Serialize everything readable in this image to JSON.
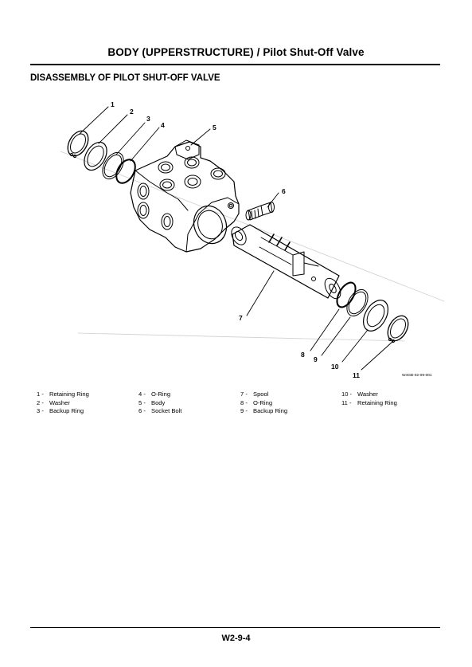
{
  "header": {
    "title": "BODY (UPPERSTRUCTURE) / Pilot Shut-Off Valve"
  },
  "section": {
    "title": "DISASSEMBLY OF PILOT SHUT-OFF VALVE"
  },
  "figure": {
    "id": "W4GB-02-09-001",
    "callouts": [
      "1",
      "2",
      "3",
      "4",
      "5",
      "6",
      "7",
      "8",
      "9",
      "10",
      "11"
    ]
  },
  "legend": {
    "columns": [
      [
        {
          "num": "1 -",
          "name": "Retaining Ring"
        },
        {
          "num": "2 -",
          "name": "Washer"
        },
        {
          "num": "3 -",
          "name": "Backup Ring"
        }
      ],
      [
        {
          "num": "4 -",
          "name": "O-Ring"
        },
        {
          "num": "5 -",
          "name": "Body"
        },
        {
          "num": "6 -",
          "name": "Socket Bolt"
        }
      ],
      [
        {
          "num": "7 -",
          "name": "Spool"
        },
        {
          "num": "8 -",
          "name": "O-Ring"
        },
        {
          "num": "9 -",
          "name": "Backup Ring"
        }
      ],
      [
        {
          "num": "10 -",
          "name": "Washer"
        },
        {
          "num": "11 -",
          "name": "Retaining Ring"
        }
      ]
    ]
  },
  "footer": {
    "page": "W2-9-4"
  }
}
